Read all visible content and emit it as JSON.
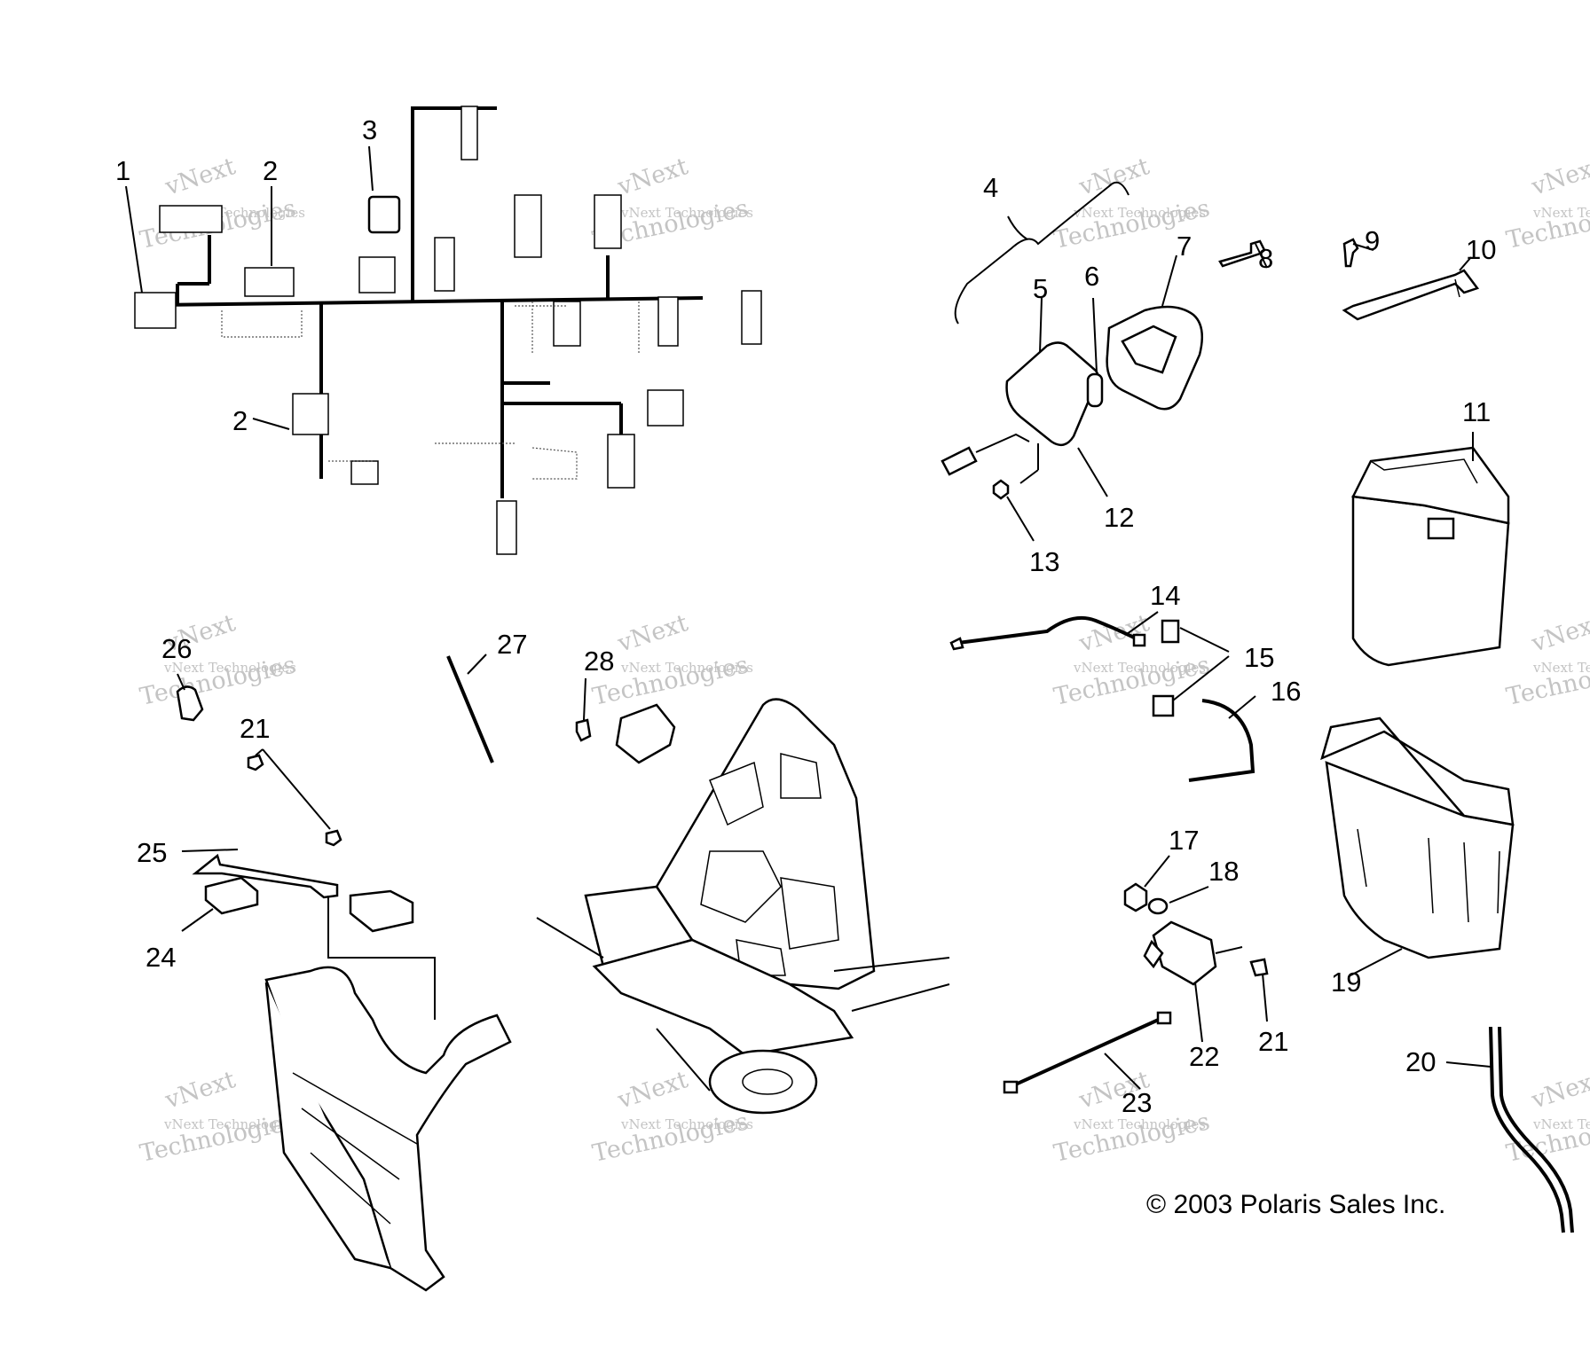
{
  "callouts": [
    {
      "id": "c1",
      "label": "1"
    },
    {
      "id": "c2a",
      "label": "2"
    },
    {
      "id": "c2b",
      "label": "2"
    },
    {
      "id": "c3",
      "label": "3"
    },
    {
      "id": "c4",
      "label": "4"
    },
    {
      "id": "c5",
      "label": "5"
    },
    {
      "id": "c6",
      "label": "6"
    },
    {
      "id": "c7",
      "label": "7"
    },
    {
      "id": "c8",
      "label": "8"
    },
    {
      "id": "c9",
      "label": "9"
    },
    {
      "id": "c10",
      "label": "10"
    },
    {
      "id": "c11",
      "label": "11"
    },
    {
      "id": "c12",
      "label": "12"
    },
    {
      "id": "c13",
      "label": "13"
    },
    {
      "id": "c14",
      "label": "14"
    },
    {
      "id": "c15",
      "label": "15"
    },
    {
      "id": "c16",
      "label": "16"
    },
    {
      "id": "c17",
      "label": "17"
    },
    {
      "id": "c18",
      "label": "18"
    },
    {
      "id": "c19",
      "label": "19"
    },
    {
      "id": "c20",
      "label": "20"
    },
    {
      "id": "c21a",
      "label": "21"
    },
    {
      "id": "c21b",
      "label": "21"
    },
    {
      "id": "c22",
      "label": "22"
    },
    {
      "id": "c23",
      "label": "23"
    },
    {
      "id": "c24",
      "label": "24"
    },
    {
      "id": "c25",
      "label": "25"
    },
    {
      "id": "c26",
      "label": "26"
    },
    {
      "id": "c27",
      "label": "27"
    },
    {
      "id": "c28",
      "label": "28"
    }
  ],
  "copyright": "© 2003 Polaris Sales Inc.",
  "watermark": {
    "line1": "vNext",
    "line2": "vNext Technologies",
    "line3": "Technologies"
  }
}
